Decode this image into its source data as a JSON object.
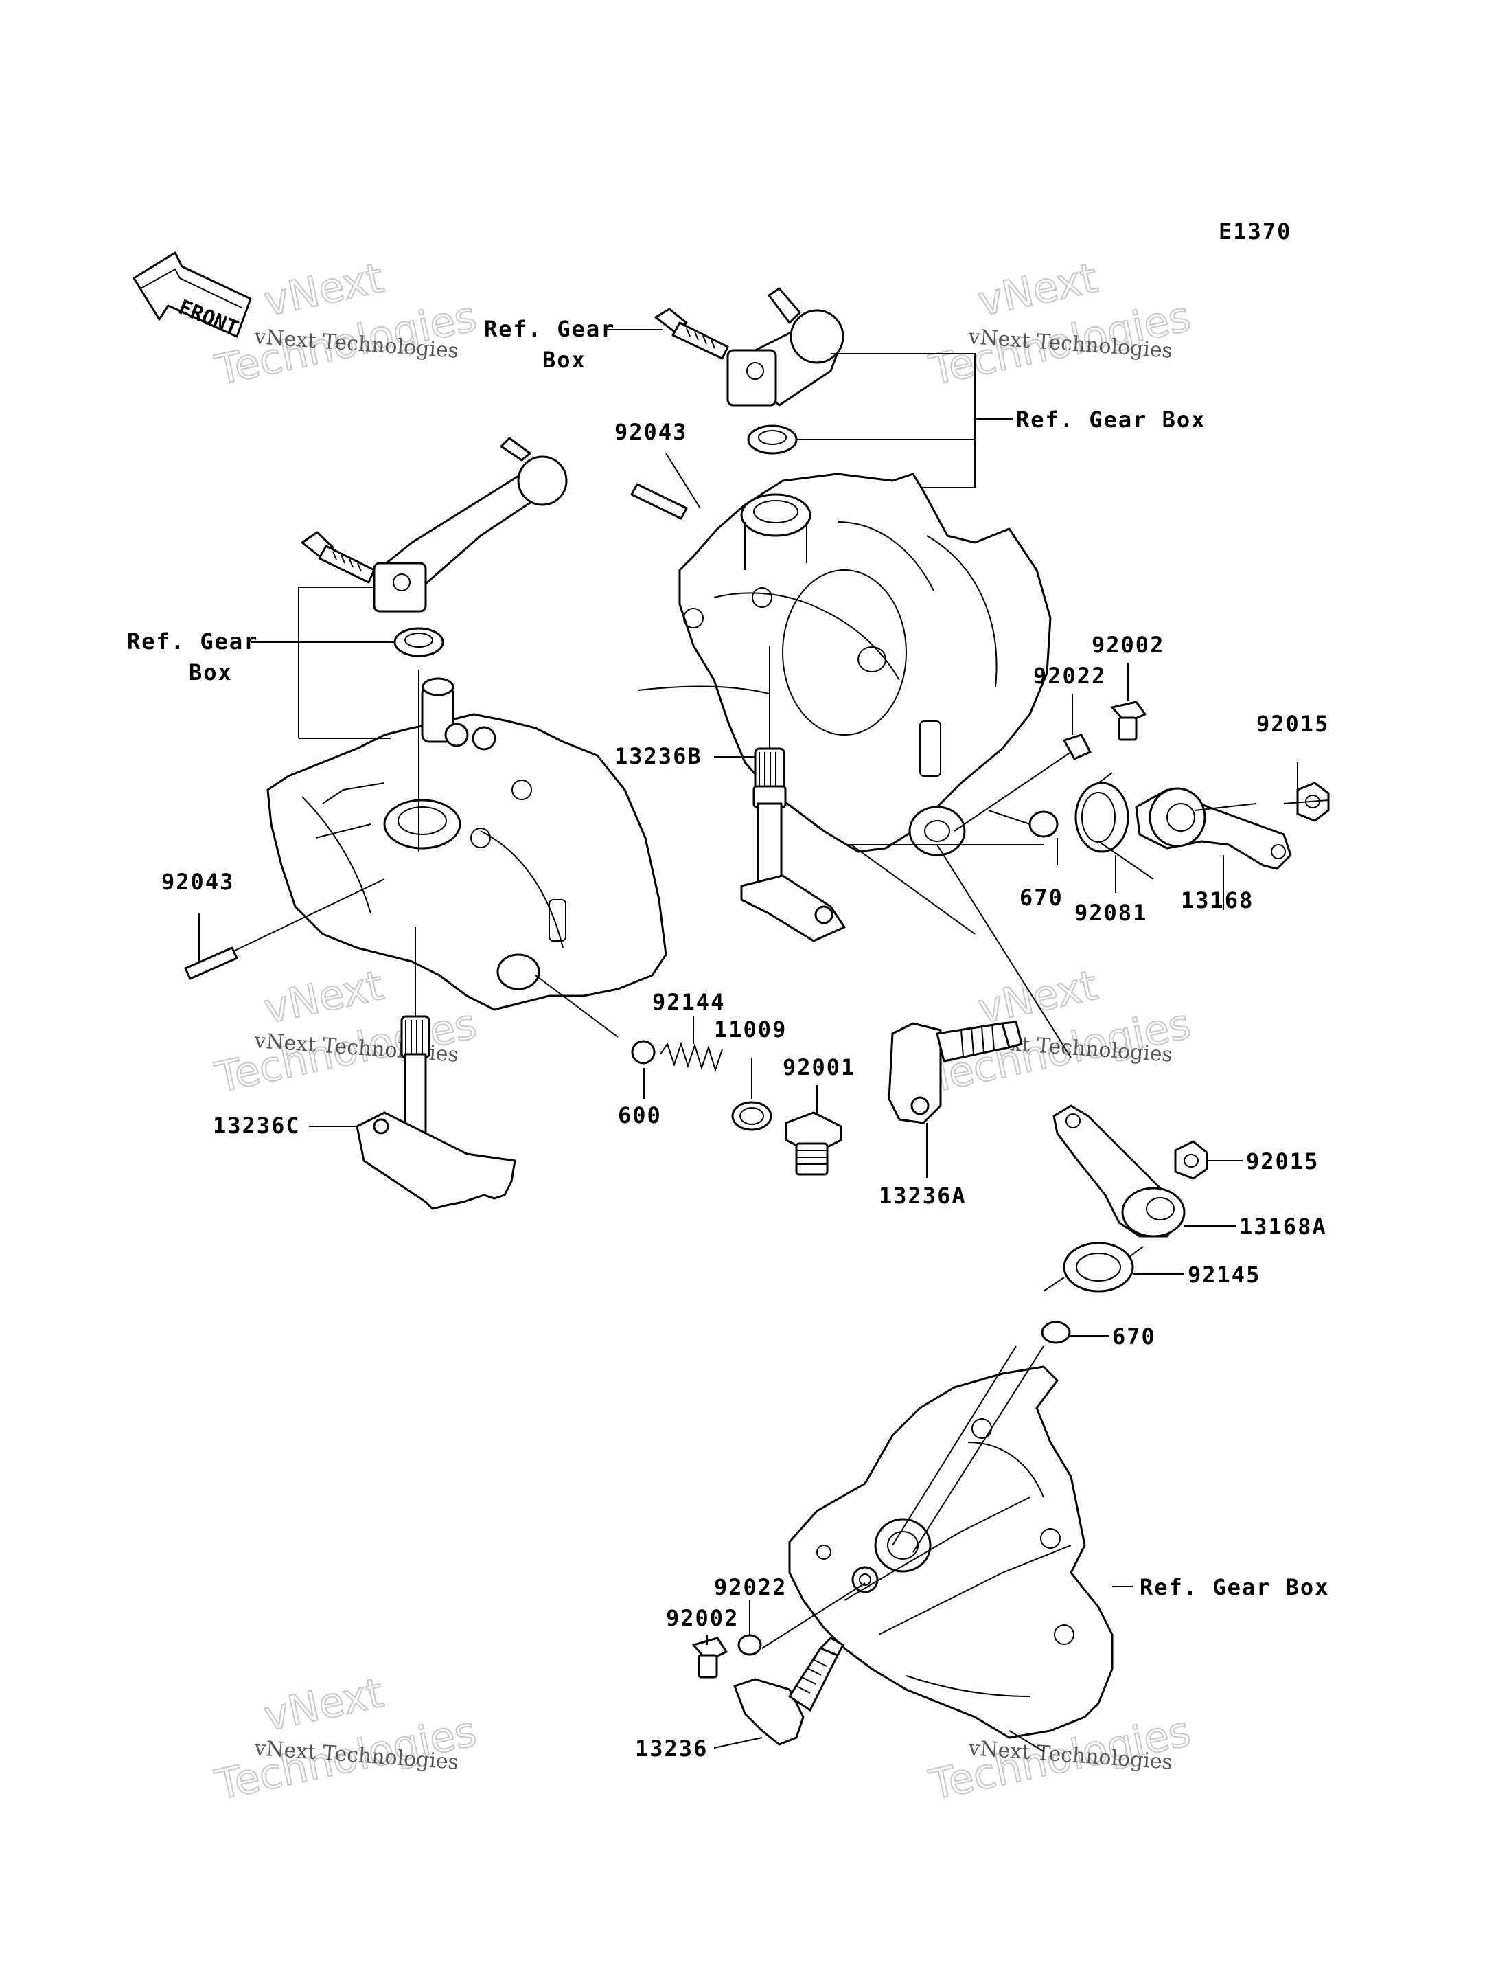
{
  "diagram_code": "E1370",
  "front_label": "FRONT",
  "watermark": {
    "brand": "vNext",
    "tagline": "Technologies",
    "small": "vNext Technologies"
  },
  "labels": {
    "refgear_top_l1": "Ref. Gear",
    "refgear_top_l2": "Box",
    "refgear_right": "Ref. Gear  Box",
    "refgear_left_l1": "Ref. Gear",
    "refgear_left_l2": "Box",
    "refgear_bottom": "Ref. Gear  Box",
    "p92043_top": "92043",
    "p92043_left": "92043",
    "p92002_top": "92002",
    "p92022_top": "92022",
    "p92015_top": "92015",
    "p13236B": "13236B",
    "p670_top": "670",
    "p92081": "92081",
    "p13168": "13168",
    "p92144": "92144",
    "p11009": "11009",
    "p92001": "92001",
    "p600": "600",
    "p13236C": "13236C",
    "p13236A": "13236A",
    "p92015_mid": "92015",
    "p13168A": "13168A",
    "p92145": "92145",
    "p670_bottom": "670",
    "p92022_bottom": "92022",
    "p92002_bottom": "92002",
    "p13236": "13236"
  }
}
